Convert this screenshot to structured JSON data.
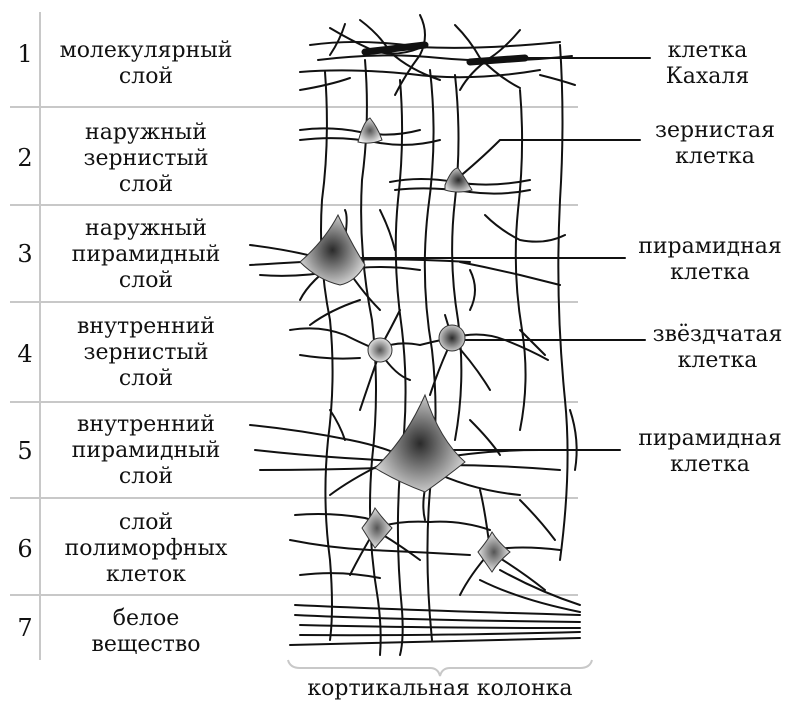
{
  "layers": [
    {
      "number": "1",
      "lines": [
        "молекулярный",
        "слой"
      ]
    },
    {
      "number": "2",
      "lines": [
        "наружный",
        "зернистый",
        "слой"
      ]
    },
    {
      "number": "3",
      "lines": [
        "наружный",
        "пирамидный",
        "слой"
      ]
    },
    {
      "number": "4",
      "lines": [
        "внутренний",
        "зернистый",
        "слой"
      ]
    },
    {
      "number": "5",
      "lines": [
        "внутренний",
        "пирамидный",
        "слой"
      ]
    },
    {
      "number": "6",
      "lines": [
        "слой",
        "полиморфных",
        "клеток"
      ]
    },
    {
      "number": "7",
      "lines": [
        "белое",
        "вещество"
      ]
    }
  ],
  "cells": [
    {
      "lines": [
        "клетка",
        "Кахаля"
      ]
    },
    {
      "lines": [
        "зернистая",
        "клетка"
      ]
    },
    {
      "lines": [
        "пирамидная",
        "клетка"
      ]
    },
    {
      "lines": [
        "звёздчатая",
        "клетка"
      ]
    },
    {
      "lines": [
        "пирамидная",
        "клетка"
      ]
    }
  ],
  "column_caption": "кортикальная колонка",
  "colors": {
    "line": "#111111",
    "divider": "#c8c8c8",
    "cell_dark": "#3a3a3a",
    "cell_light": "#e8e8e8"
  }
}
